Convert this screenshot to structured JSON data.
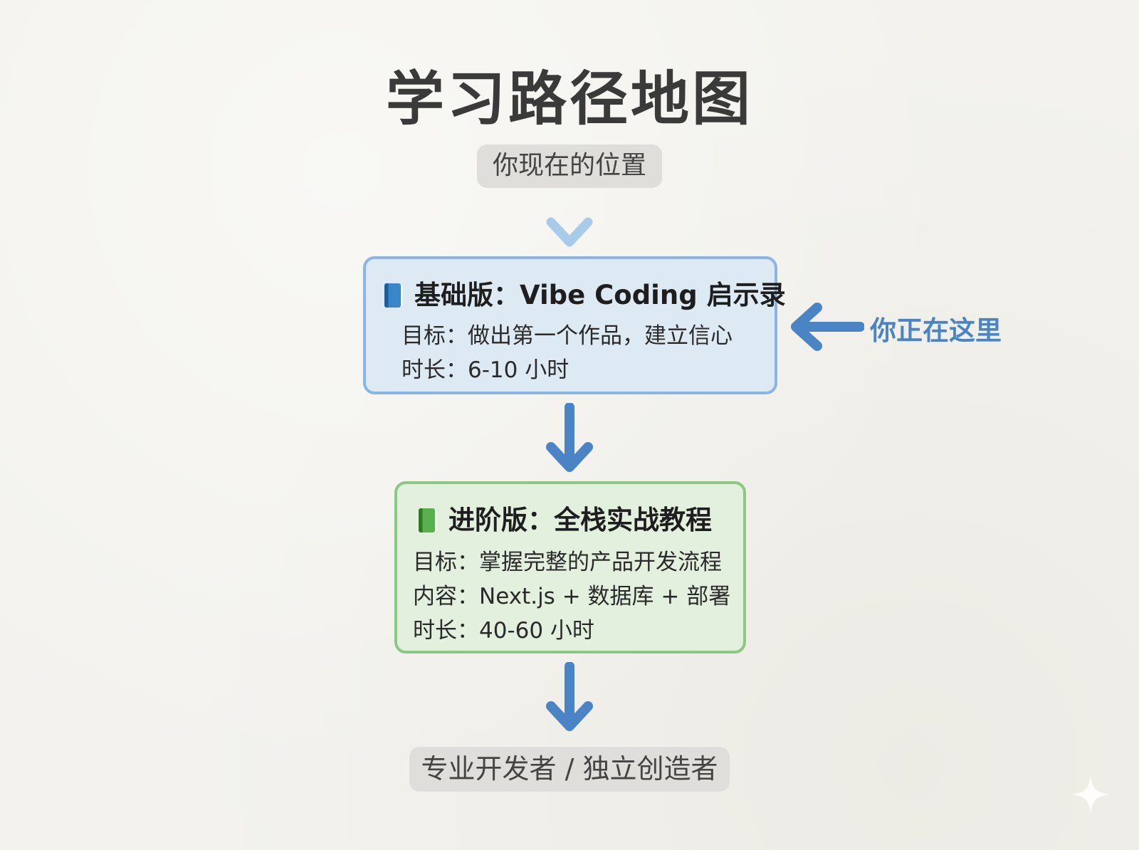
{
  "title": "学习路径地图",
  "start": "你现在的位置",
  "basic": {
    "icon": "blue-book-icon",
    "title": "基础版：Vibe Coding 启示录",
    "goal": "目标：做出第一个作品，建立信心",
    "duration": "时长：6-10 小时"
  },
  "here_label": "你正在这里",
  "advanced": {
    "icon": "green-book-icon",
    "title": "进阶版：全栈实战教程",
    "goal": "目标：掌握完整的产品开发流程",
    "content": "内容：Next.js + 数据库 + 部署",
    "duration": "时长：40-60 小时"
  },
  "end": "专业开发者 / 独立创造者",
  "colors": {
    "background": "#f3f2ed",
    "pill": "#dfdedb",
    "basic_fill": "#dde9f3",
    "basic_border": "#8ab6e3",
    "advanced_fill": "#e4f0de",
    "advanced_border": "#8cc784",
    "arrow": "#4a84c4",
    "arrow_light": "#a9cbea"
  }
}
